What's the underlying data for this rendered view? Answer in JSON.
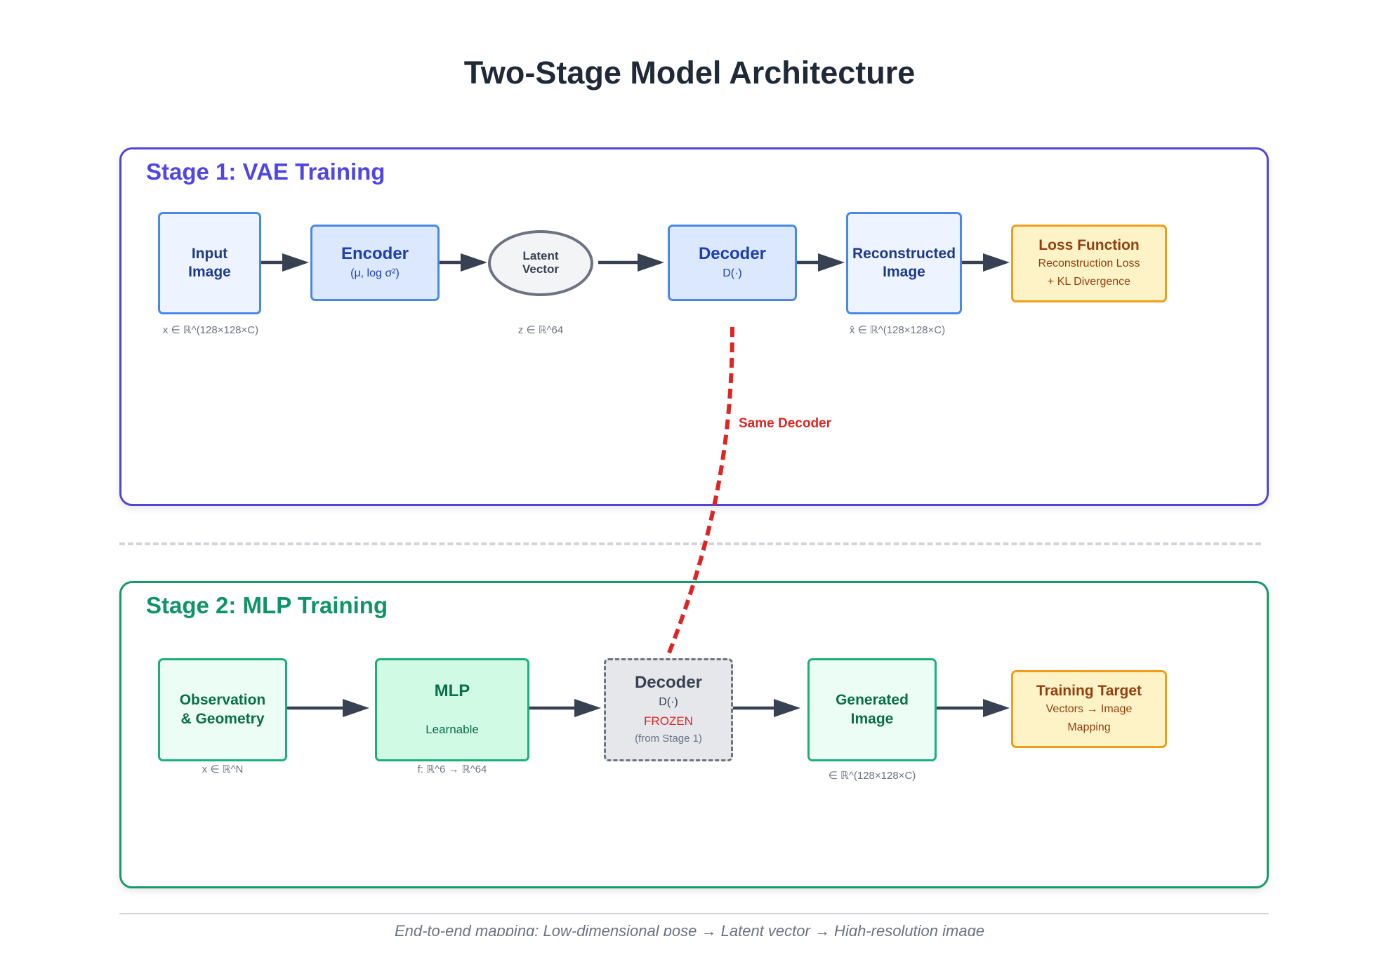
{
  "title": "Two-Stage Model Architecture",
  "stage1": {
    "title": "Stage 1: VAE Training",
    "input": {
      "line1": "Input",
      "line2": "Image",
      "dim": "x ∈ ℝ^(128×128×C)"
    },
    "encoder": {
      "name": "Encoder",
      "sub": "(μ, log σ²)"
    },
    "latent": {
      "line1": "Latent",
      "line2": "Vector",
      "dim": "z ∈ ℝ^64"
    },
    "decoder": {
      "name": "Decoder",
      "sub": "D(·)"
    },
    "reconstructed": {
      "line1": "Reconstructed",
      "line2": "Image",
      "dim": "x̂ ∈ ℝ^(128×128×C)"
    },
    "loss": {
      "name": "Loss Function",
      "sub1": "Reconstruction Loss",
      "sub2": "+ KL Divergence"
    }
  },
  "link_label": "Same Decoder",
  "stage2": {
    "title": "Stage 2: MLP Training",
    "observation": {
      "line1": "Observation",
      "line2": "& Geometry",
      "dim": "x ∈ ℝ^N"
    },
    "mlp": {
      "name": "MLP",
      "sub": "Learnable",
      "dim": "f: ℝ^6 → ℝ^64"
    },
    "decoder": {
      "name": "Decoder",
      "sub1": "D(·)",
      "sub2": "FROZEN",
      "sub3": "(from Stage 1)"
    },
    "generated": {
      "line1": "Generated",
      "line2": "Image",
      "dim": "∈ ℝ^(128×128×C)"
    },
    "target": {
      "name": "Training Target",
      "sub1": "Vectors → Image",
      "sub2": "Mapping"
    }
  },
  "footer": "End-to-end mapping: Low-dimensional pose → Latent vector → High-resolution image",
  "colors": {
    "stage1": "#4f46e5",
    "stage2": "#0f9465",
    "arrow": "#374151",
    "link": "#dc2626",
    "frozen": "#dc2626"
  }
}
